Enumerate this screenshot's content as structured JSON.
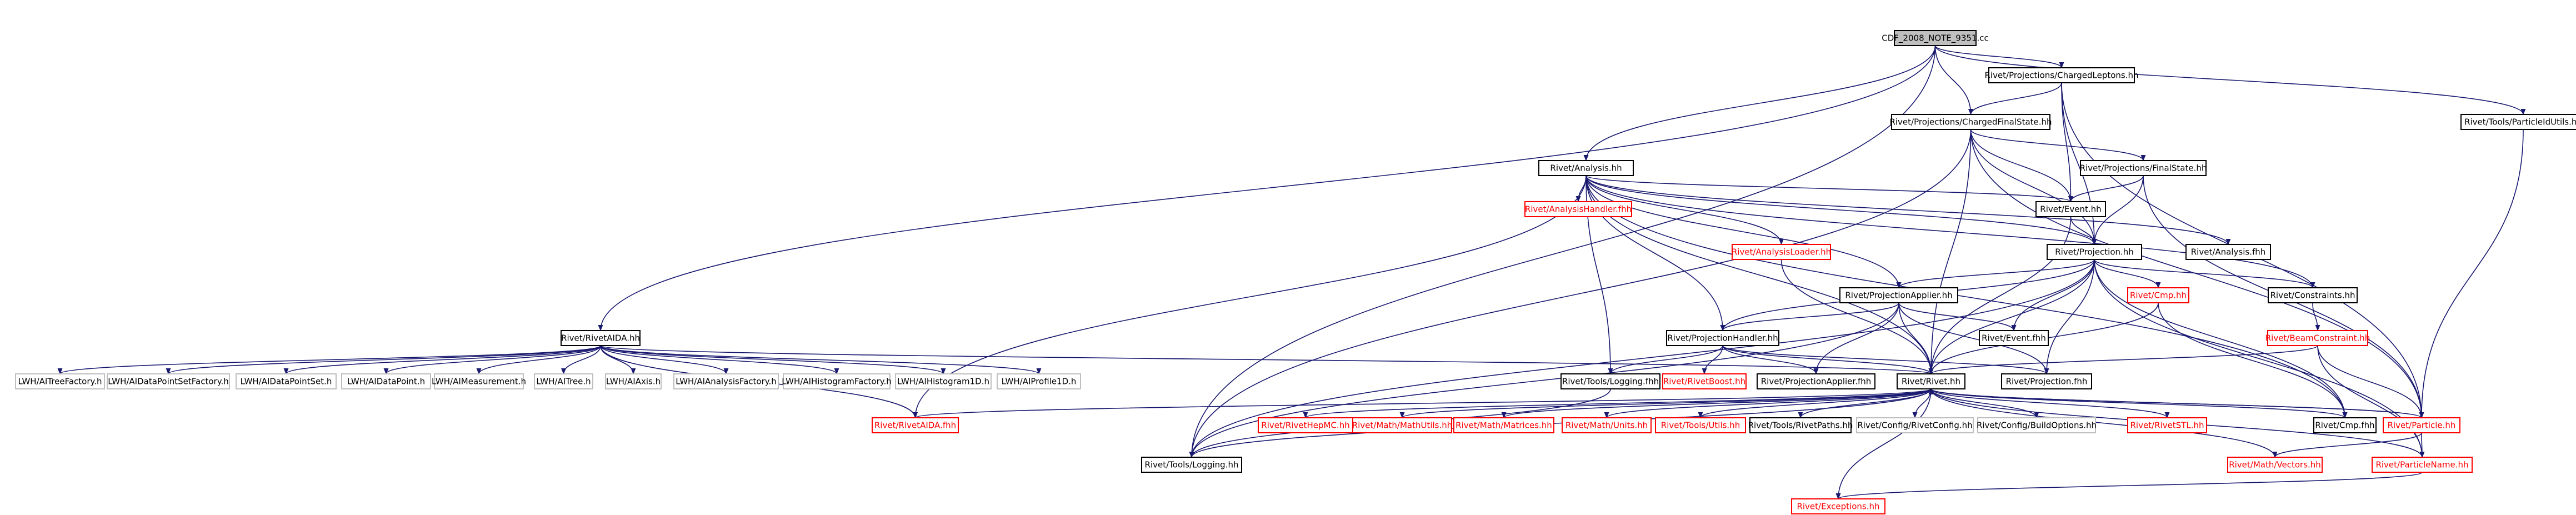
{
  "colors": {
    "edge": "#191970",
    "node_border_black": "#000000",
    "node_border_red": "#ff0000",
    "node_border_gray": "#bfbfbf",
    "node_text_black": "#000000",
    "node_text_red": "#ff0000",
    "root_fill": "#bfbfbf"
  },
  "nodes": [
    {
      "id": "root",
      "label": "CDF_2008_NOTE_9351.cc",
      "style": "root"
    },
    {
      "id": "chargedleptons",
      "label": "Rivet/Projections/ChargedLeptons.hh",
      "style": "normal"
    },
    {
      "id": "particleutils",
      "label": "Rivet/Tools/ParticleIdUtils.hh",
      "style": "normal"
    },
    {
      "id": "chargedfs",
      "label": "Rivet/Projections/ChargedFinalState.hh",
      "style": "normal"
    },
    {
      "id": "analysis",
      "label": "Rivet/Analysis.hh",
      "style": "normal"
    },
    {
      "id": "finalstate",
      "label": "Rivet/Projections/FinalState.hh",
      "style": "normal"
    },
    {
      "id": "analysishandlerfhh",
      "label": "Rivet/AnalysisHandler.fhh",
      "style": "red"
    },
    {
      "id": "eventhh",
      "label": "Rivet/Event.hh",
      "style": "normal"
    },
    {
      "id": "analysisloader",
      "label": "Rivet/AnalysisLoader.hh",
      "style": "red"
    },
    {
      "id": "projectionhh",
      "label": "Rivet/Projection.hh",
      "style": "normal"
    },
    {
      "id": "analysisfhh",
      "label": "Rivet/Analysis.fhh",
      "style": "normal"
    },
    {
      "id": "rivetaida",
      "label": "Rivet/RivetAIDA.hh",
      "style": "normal"
    },
    {
      "id": "projapplier",
      "label": "Rivet/ProjectionApplier.hh",
      "style": "normal"
    },
    {
      "id": "cmphh",
      "label": "Rivet/Cmp.hh",
      "style": "red"
    },
    {
      "id": "constraints",
      "label": "Rivet/Constraints.hh",
      "style": "normal"
    },
    {
      "id": "projhandler",
      "label": "Rivet/ProjectionHandler.hh",
      "style": "normal"
    },
    {
      "id": "eventfhh",
      "label": "Rivet/Event.fhh",
      "style": "normal"
    },
    {
      "id": "beamconstraint",
      "label": "Rivet/BeamConstraint.hh",
      "style": "red"
    },
    {
      "id": "itreefactory",
      "label": "LWH/AITreeFactory.h",
      "style": "gray"
    },
    {
      "id": "idpsfactory",
      "label": "LWH/AIDataPointSetFactory.h",
      "style": "gray"
    },
    {
      "id": "idps",
      "label": "LWH/AIDataPointSet.h",
      "style": "gray"
    },
    {
      "id": "idp",
      "label": "LWH/AIDataPoint.h",
      "style": "gray"
    },
    {
      "id": "imeasurement",
      "label": "LWH/AIMeasurement.h",
      "style": "gray"
    },
    {
      "id": "itree",
      "label": "LWH/AITree.h",
      "style": "gray"
    },
    {
      "id": "iaxis",
      "label": "LWH/AIAxis.h",
      "style": "gray"
    },
    {
      "id": "ianalysisfactory",
      "label": "LWH/AIAnalysisFactory.h",
      "style": "gray"
    },
    {
      "id": "ihistofactory",
      "label": "LWH/AIHistogramFactory.h",
      "style": "gray"
    },
    {
      "id": "ihisto1d",
      "label": "LWH/AIHistogram1D.h",
      "style": "gray"
    },
    {
      "id": "iprofile1d",
      "label": "LWH/AIProfile1D.h",
      "style": "gray"
    },
    {
      "id": "loggingfhh",
      "label": "Rivet/Tools/Logging.fhh",
      "style": "normal"
    },
    {
      "id": "rivetboost",
      "label": "Rivet/RivetBoost.hh",
      "style": "red"
    },
    {
      "id": "projapplierfhh",
      "label": "Rivet/ProjectionApplier.fhh",
      "style": "normal"
    },
    {
      "id": "rivethh",
      "label": "Rivet/Rivet.hh",
      "style": "normal"
    },
    {
      "id": "projectionfhh",
      "label": "Rivet/Projection.fhh",
      "style": "normal"
    },
    {
      "id": "rivetaidafhh",
      "label": "Rivet/RivetAIDA.fhh",
      "style": "red"
    },
    {
      "id": "rivethepmc",
      "label": "Rivet/RivetHepMC.hh",
      "style": "red"
    },
    {
      "id": "mathutils",
      "label": "Rivet/Math/MathUtils.hh",
      "style": "red"
    },
    {
      "id": "matrices",
      "label": "Rivet/Math/Matrices.hh",
      "style": "red"
    },
    {
      "id": "units",
      "label": "Rivet/Math/Units.hh",
      "style": "red"
    },
    {
      "id": "toolsutils",
      "label": "Rivet/Tools/Utils.hh",
      "style": "red"
    },
    {
      "id": "rivetpaths",
      "label": "Rivet/Tools/RivetPaths.hh",
      "style": "normal"
    },
    {
      "id": "rivetconfig",
      "label": "Rivet/Config/RivetConfig.hh",
      "style": "gray"
    },
    {
      "id": "buildoptions",
      "label": "Rivet/Config/BuildOptions.hh",
      "style": "gray"
    },
    {
      "id": "rivetstl",
      "label": "Rivet/RivetSTL.hh",
      "style": "red"
    },
    {
      "id": "cmpfhh",
      "label": "Rivet/Cmp.fhh",
      "style": "normal"
    },
    {
      "id": "particlehh",
      "label": "Rivet/Particle.hh",
      "style": "red"
    },
    {
      "id": "logginghh",
      "label": "Rivet/Tools/Logging.hh",
      "style": "normal"
    },
    {
      "id": "vectors",
      "label": "Rivet/Math/Vectors.hh",
      "style": "red"
    },
    {
      "id": "particlename",
      "label": "Rivet/ParticleName.hh",
      "style": "red"
    },
    {
      "id": "exceptions",
      "label": "Rivet/Exceptions.hh",
      "style": "red"
    }
  ],
  "edges": [
    [
      "root",
      "chargedleptons"
    ],
    [
      "root",
      "particleutils"
    ],
    [
      "root",
      "chargedfs"
    ],
    [
      "root",
      "analysis"
    ],
    [
      "root",
      "rivetaida"
    ],
    [
      "root",
      "logginghh"
    ],
    [
      "chargedleptons",
      "chargedfs"
    ],
    [
      "chargedleptons",
      "eventhh"
    ],
    [
      "chargedleptons",
      "projectionhh"
    ],
    [
      "chargedleptons",
      "particlehh"
    ],
    [
      "particleutils",
      "particlehh"
    ],
    [
      "chargedfs",
      "finalstate"
    ],
    [
      "chargedfs",
      "eventhh"
    ],
    [
      "chargedfs",
      "projectionhh"
    ],
    [
      "chargedfs",
      "rivethh"
    ],
    [
      "chargedfs",
      "particlehh"
    ],
    [
      "chargedfs",
      "logginghh"
    ],
    [
      "analysis",
      "analysishandlerfhh"
    ],
    [
      "analysis",
      "eventhh"
    ],
    [
      "analysis",
      "analysisloader"
    ],
    [
      "analysis",
      "projectionhh"
    ],
    [
      "analysis",
      "analysisfhh"
    ],
    [
      "analysis",
      "rivetaidafhh"
    ],
    [
      "analysis",
      "projapplier"
    ],
    [
      "analysis",
      "constraints"
    ],
    [
      "analysis",
      "projhandler"
    ],
    [
      "analysis",
      "loggingfhh"
    ],
    [
      "analysis",
      "rivethh"
    ],
    [
      "analysis",
      "cmpfhh"
    ],
    [
      "finalstate",
      "eventhh"
    ],
    [
      "finalstate",
      "projectionhh"
    ],
    [
      "finalstate",
      "particlehh"
    ],
    [
      "eventhh",
      "projectionhh"
    ],
    [
      "eventhh",
      "rivethh"
    ],
    [
      "analysisloader",
      "rivethh"
    ],
    [
      "projectionhh",
      "cmphh"
    ],
    [
      "projectionhh",
      "projapplier"
    ],
    [
      "projectionhh",
      "constraints"
    ],
    [
      "projectionhh",
      "projhandler"
    ],
    [
      "projectionhh",
      "eventfhh"
    ],
    [
      "projectionhh",
      "rivethh"
    ],
    [
      "projectionhh",
      "projectionfhh"
    ],
    [
      "projectionhh",
      "cmpfhh"
    ],
    [
      "projectionhh",
      "particlename"
    ],
    [
      "projectionhh",
      "logginghh"
    ],
    [
      "rivetaida",
      "rivetaidafhh"
    ],
    [
      "rivetaida",
      "itreefactory"
    ],
    [
      "rivetaida",
      "idpsfactory"
    ],
    [
      "rivetaida",
      "idps"
    ],
    [
      "rivetaida",
      "idp"
    ],
    [
      "rivetaida",
      "imeasurement"
    ],
    [
      "rivetaida",
      "itree"
    ],
    [
      "rivetaida",
      "iaxis"
    ],
    [
      "rivetaida",
      "ianalysisfactory"
    ],
    [
      "rivetaida",
      "ihistofactory"
    ],
    [
      "rivetaida",
      "ihisto1d"
    ],
    [
      "rivetaida",
      "iprofile1d"
    ],
    [
      "rivetaida",
      "rivethh"
    ],
    [
      "projapplier",
      "projhandler"
    ],
    [
      "projapplier",
      "eventfhh"
    ],
    [
      "projapplier",
      "rivethh"
    ],
    [
      "projapplier",
      "projapplierfhh"
    ],
    [
      "projapplier",
      "projectionfhh"
    ],
    [
      "projapplier",
      "logginghh"
    ],
    [
      "cmphh",
      "rivethh"
    ],
    [
      "cmphh",
      "cmpfhh"
    ],
    [
      "constraints",
      "beamconstraint"
    ],
    [
      "beamconstraint",
      "rivethh"
    ],
    [
      "beamconstraint",
      "particlehh"
    ],
    [
      "beamconstraint",
      "particlename"
    ],
    [
      "projhandler",
      "rivethh"
    ],
    [
      "projhandler",
      "rivetboost"
    ],
    [
      "projhandler",
      "projapplierfhh"
    ],
    [
      "projhandler",
      "projectionfhh"
    ],
    [
      "projhandler",
      "loggingfhh"
    ],
    [
      "rivethh",
      "rivetaidafhh"
    ],
    [
      "rivethh",
      "rivethepmc"
    ],
    [
      "rivethh",
      "mathutils"
    ],
    [
      "rivethh",
      "matrices"
    ],
    [
      "rivethh",
      "units"
    ],
    [
      "rivethh",
      "toolsutils"
    ],
    [
      "rivethh",
      "rivetpaths"
    ],
    [
      "rivethh",
      "rivetconfig"
    ],
    [
      "rivethh",
      "buildoptions"
    ],
    [
      "rivethh",
      "rivetstl"
    ],
    [
      "rivethh",
      "cmpfhh"
    ],
    [
      "rivethh",
      "particlehh"
    ],
    [
      "rivethh",
      "logginghh"
    ],
    [
      "rivethh",
      "vectors"
    ],
    [
      "rivethh",
      "exceptions"
    ],
    [
      "rivethh",
      "particlename"
    ],
    [
      "particlehh",
      "rivethh"
    ],
    [
      "particlehh",
      "particlename"
    ],
    [
      "particlehh",
      "vectors"
    ],
    [
      "particlename",
      "exceptions"
    ],
    [
      "loggingfhh",
      "logginghh"
    ]
  ]
}
